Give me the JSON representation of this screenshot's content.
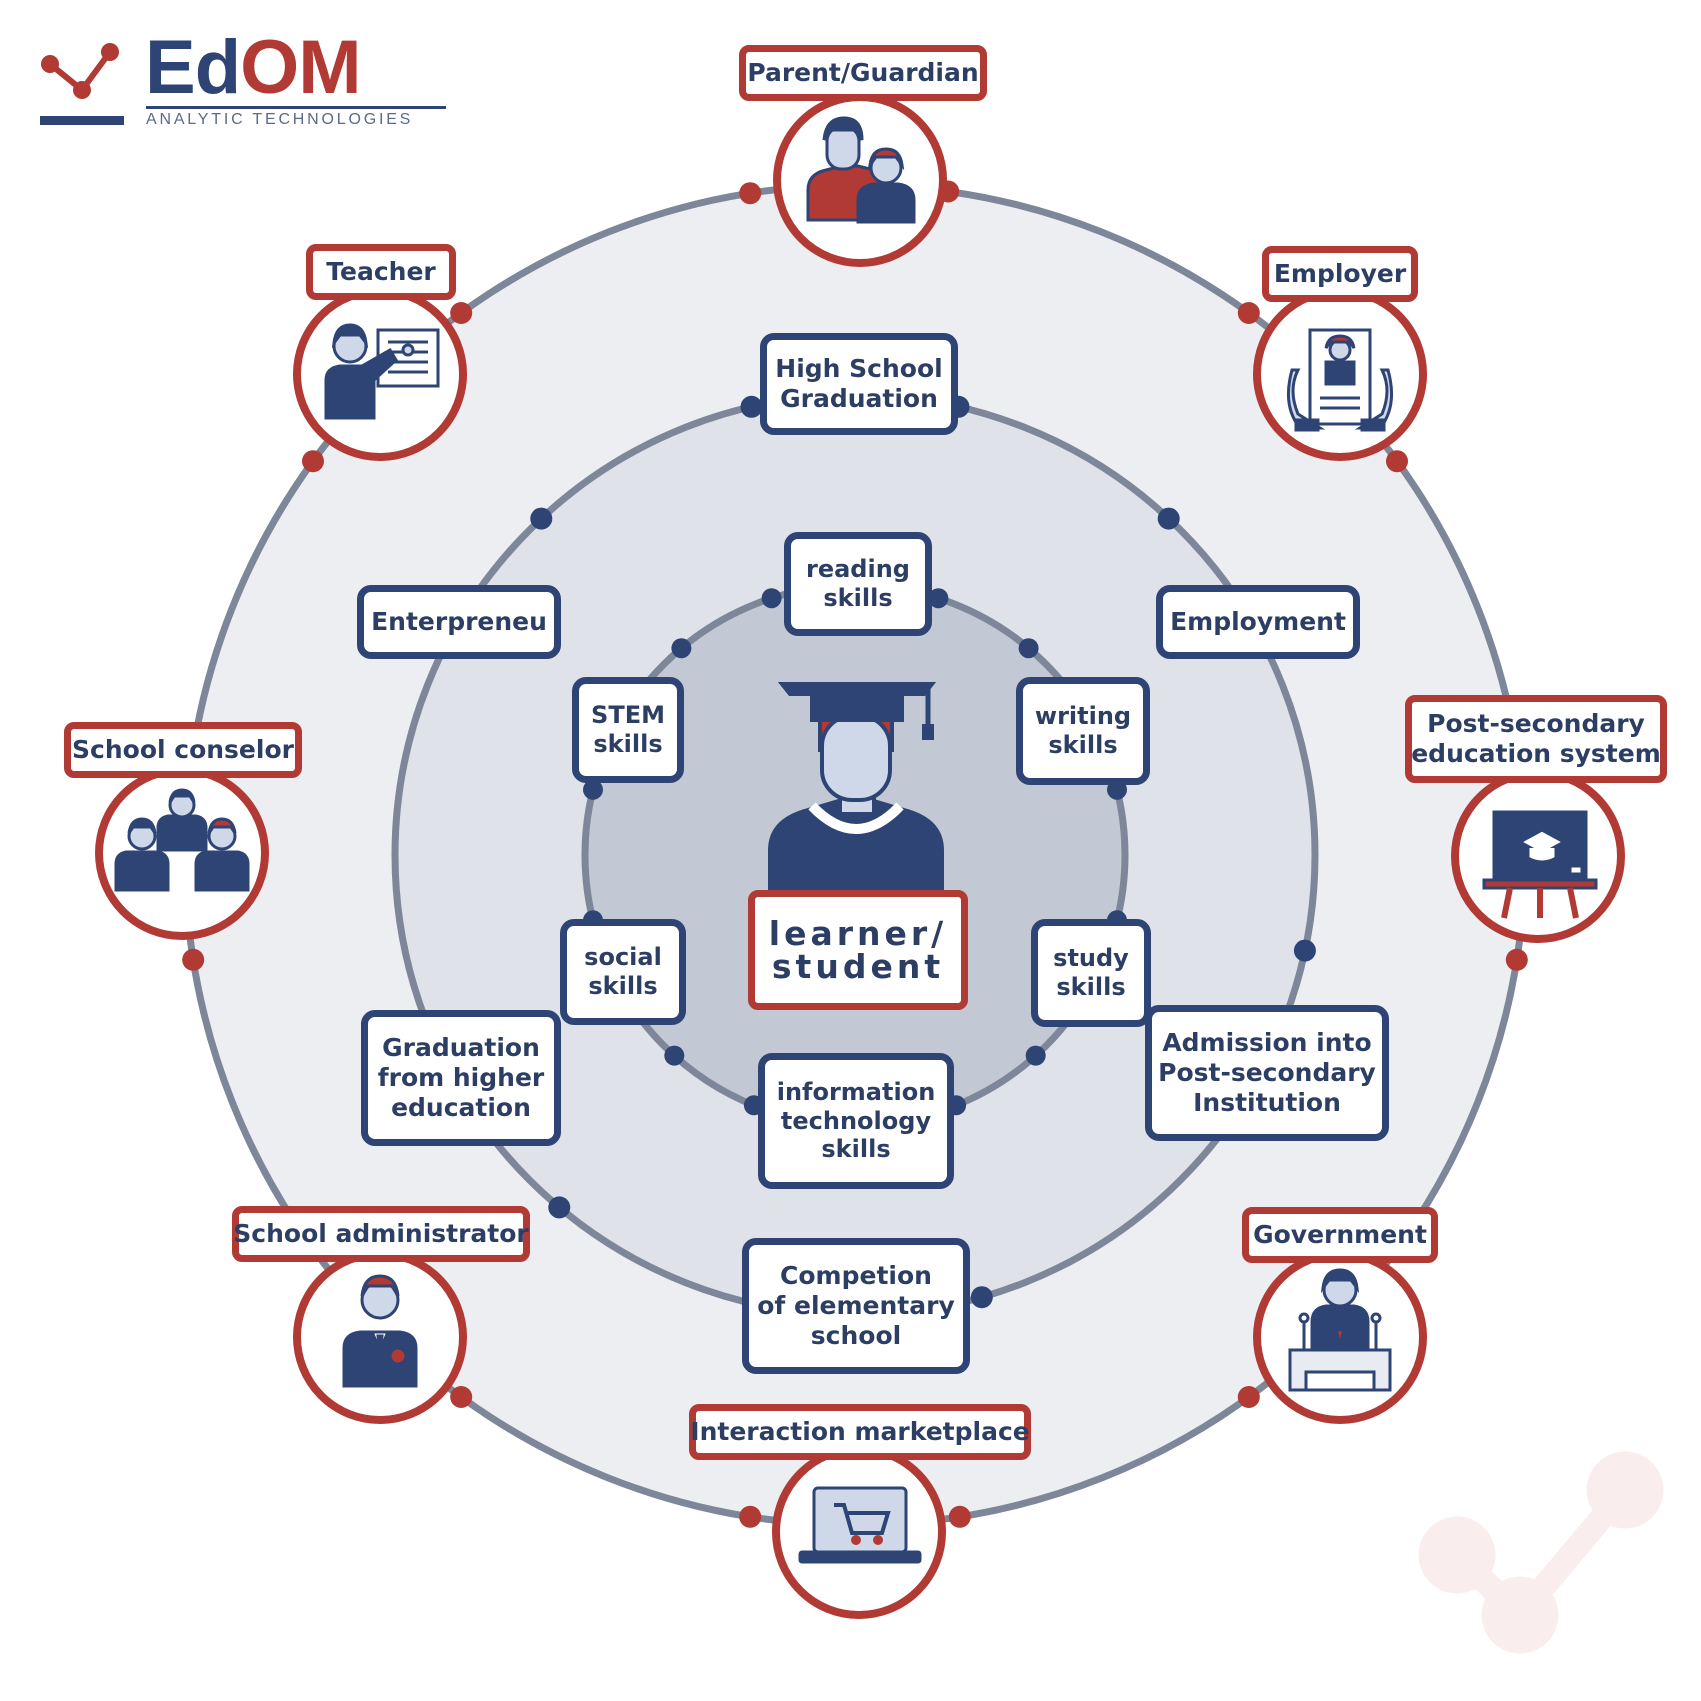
{
  "logo": {
    "word_part1": "Ed",
    "word_part2": "OM",
    "tagline": "ANALYTIC TECHNOLOGIES",
    "color_navy": "#2e4474",
    "color_red": "#b23a34"
  },
  "center": {
    "label_line1": "learner/",
    "label_line2": "student",
    "icon": "graduate-student-icon"
  },
  "inner_ring": {
    "reading": {
      "line1": "reading",
      "line2": "skills"
    },
    "writing": {
      "line1": "writing",
      "line2": "skills"
    },
    "study": {
      "line1": "study",
      "line2": "skills"
    },
    "it": {
      "line1": "information",
      "line2": "technology",
      "line3": "skills"
    },
    "social": {
      "line1": "social",
      "line2": "skills"
    },
    "stem": {
      "line1": "STEM",
      "line2": "skills"
    }
  },
  "middle_ring": {
    "high_school": {
      "line1": "High School",
      "line2": "Graduation"
    },
    "employment": {
      "line1": "Employment"
    },
    "admission": {
      "line1": "Admission into",
      "line2": "Post-secondary",
      "line3": "Institution"
    },
    "elementary": {
      "line1": "Competion",
      "line2": "of elementary",
      "line3": "school"
    },
    "graduation_higher": {
      "line1": "Graduation",
      "line2": "from higher",
      "line3": "education"
    },
    "entrepreneur": {
      "line1": "Enterpreneu"
    }
  },
  "outer_ring": {
    "parent": {
      "label": "Parent/Guardian",
      "icon": "parent-guardian-icon"
    },
    "employer": {
      "label": "Employer",
      "icon": "employer-resume-icon"
    },
    "postsecondary": {
      "line1": "Post-secondary",
      "line2": "education system",
      "icon": "blackboard-graduation-cap-icon"
    },
    "government": {
      "label": "Government",
      "icon": "government-podium-icon"
    },
    "marketplace": {
      "label": "Interaction marketplace",
      "icon": "laptop-cart-icon"
    },
    "administrator": {
      "label": "School administrator",
      "icon": "school-administrator-icon"
    },
    "counselor": {
      "label": "School conselor",
      "icon": "school-counselor-group-icon"
    },
    "teacher": {
      "label": "Teacher",
      "icon": "teacher-presentation-icon"
    }
  },
  "colors": {
    "navy": "#2e4474",
    "red": "#b23a34",
    "ring_line": "#7d8799",
    "outer_fill": "#eceef2",
    "middle_fill": "#dfe2e8",
    "inner_fill": "#c3c9d4"
  }
}
